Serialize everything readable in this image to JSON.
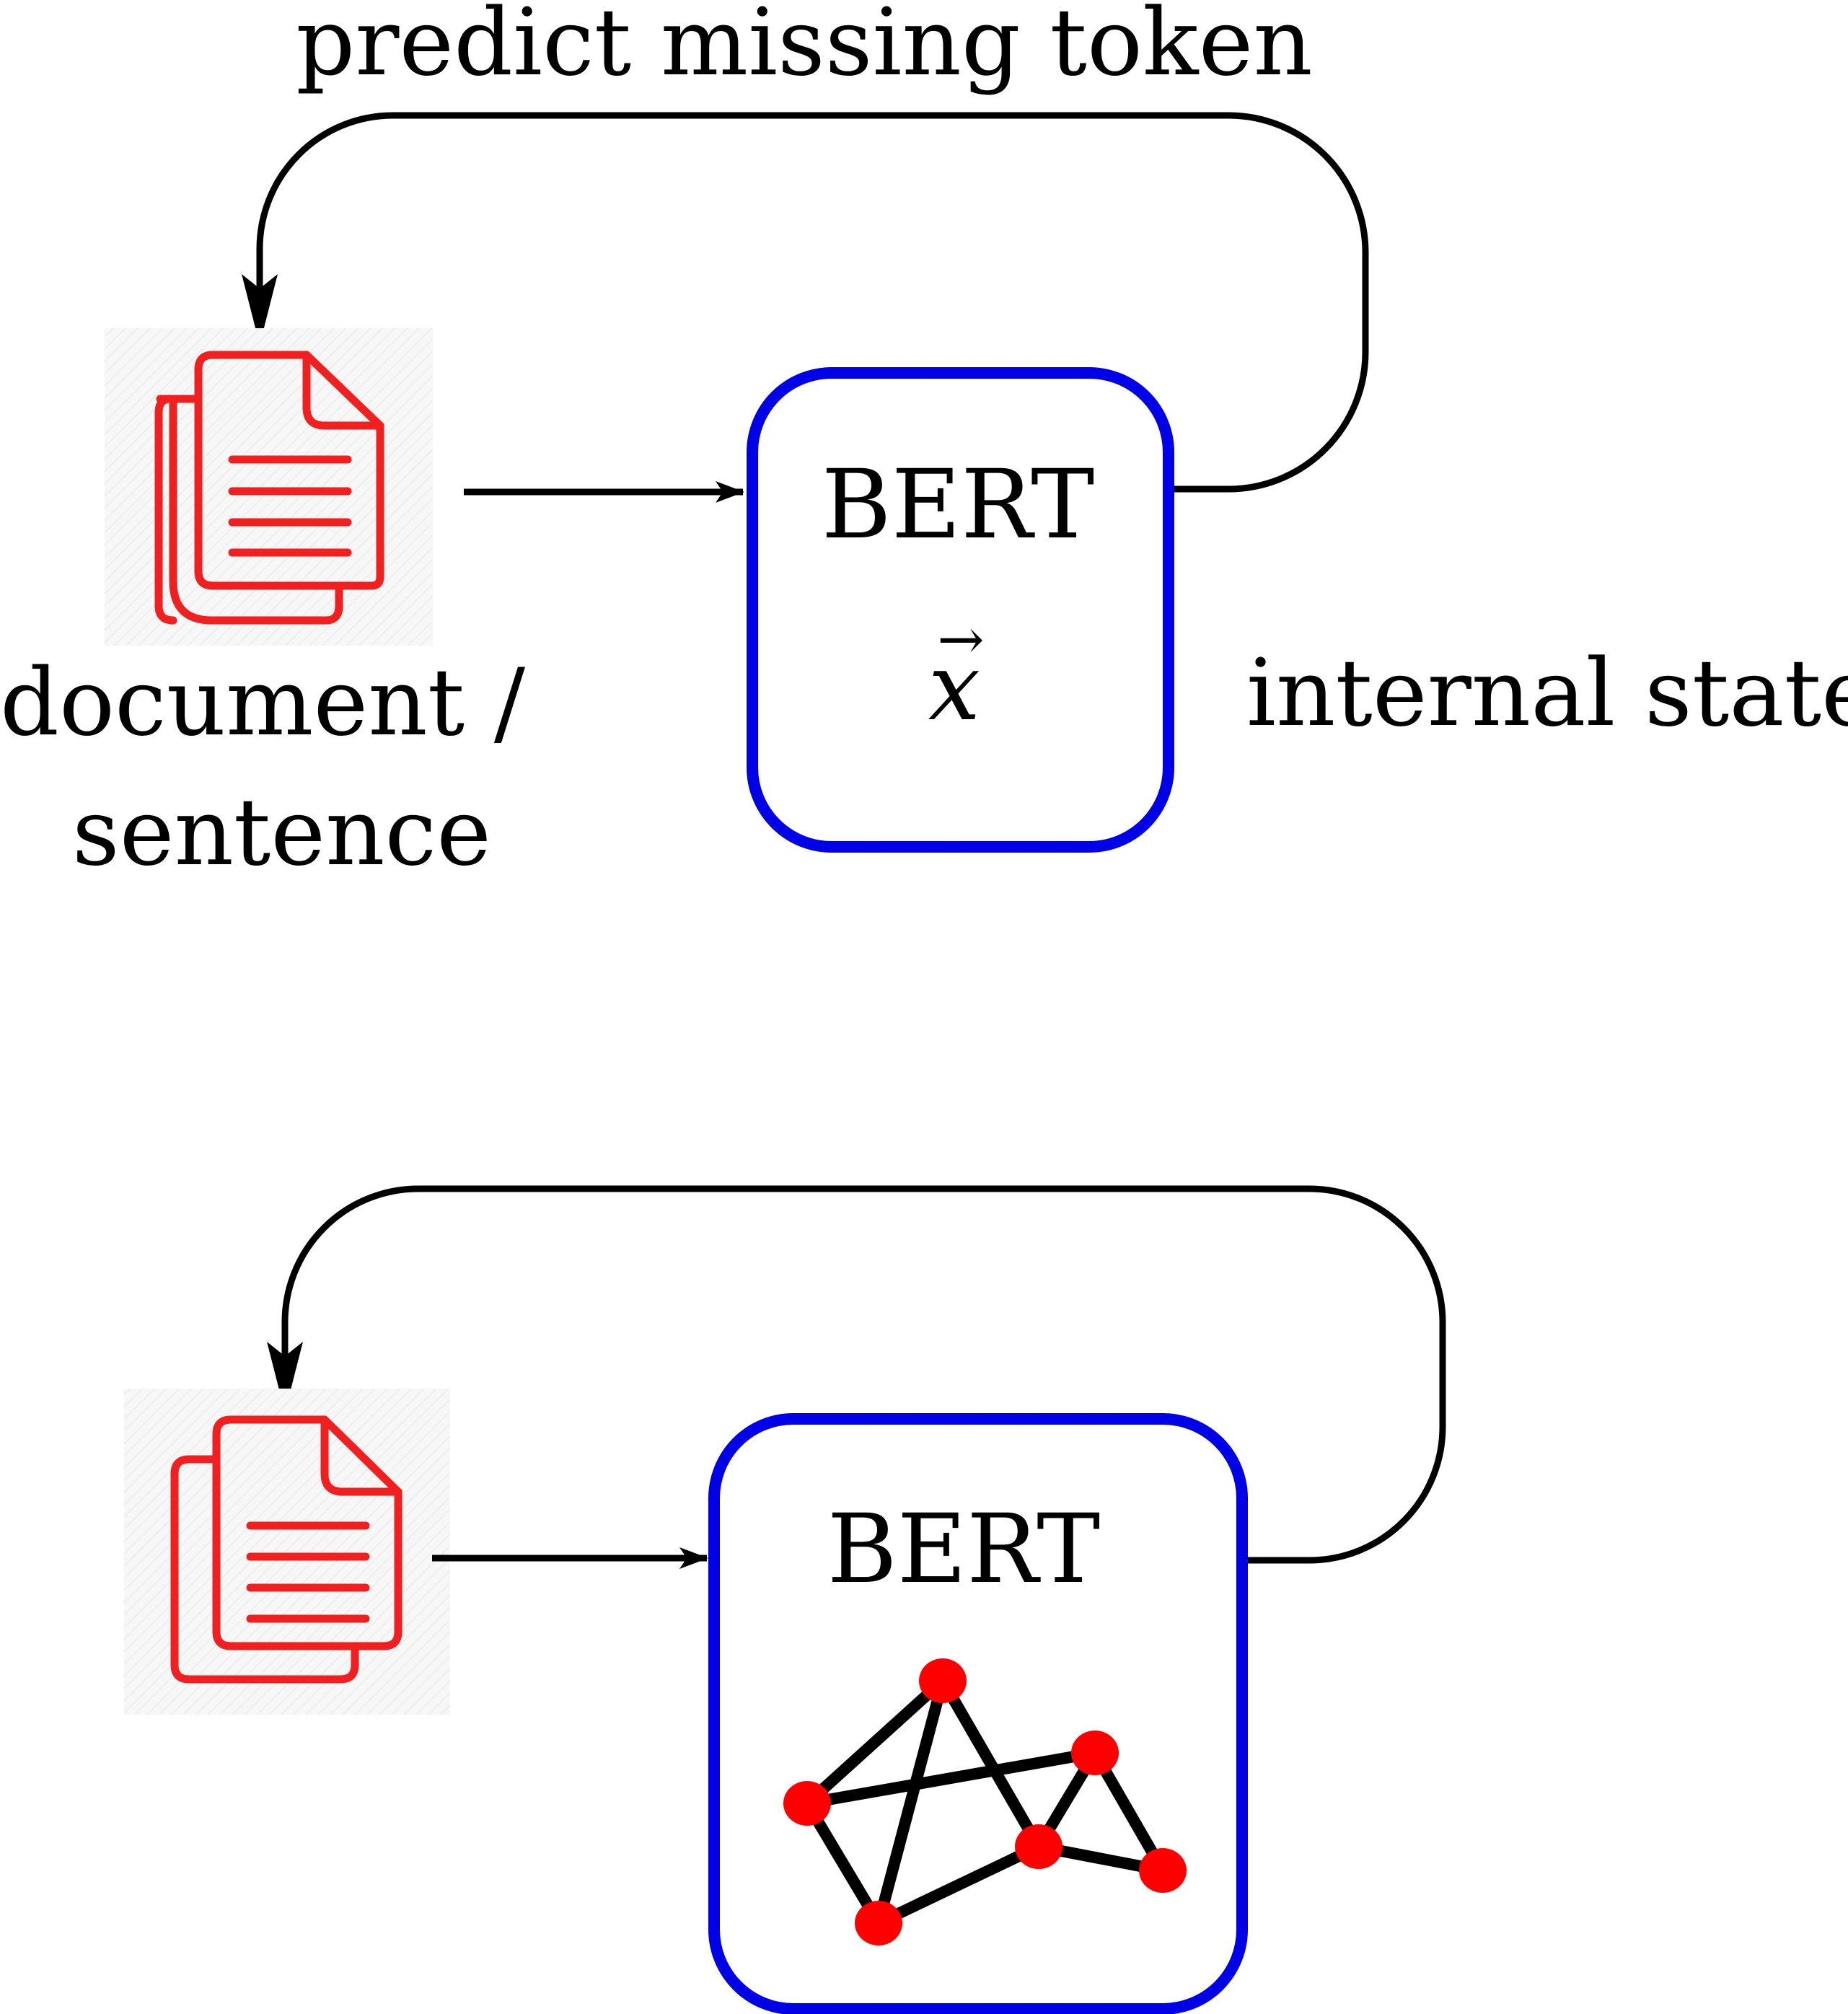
{
  "colors": {
    "line": "#000000",
    "box_border": "#0000e6",
    "document_icon": "#f02020",
    "graph_node": "#ff0000",
    "icon_background": "#f4f4f4"
  },
  "top": {
    "loop_label": "predict missing token",
    "input_label_line1": "document /",
    "input_label_line2": "sentence",
    "box_title": "BERT",
    "box_symbol": "x",
    "box_symbol_accent": "→",
    "side_label": "internal state",
    "input_icon": "document-stack-icon"
  },
  "bottom": {
    "box_title": "BERT",
    "input_icon": "document-stack-icon",
    "box_content_icon": "graph-network-icon"
  }
}
